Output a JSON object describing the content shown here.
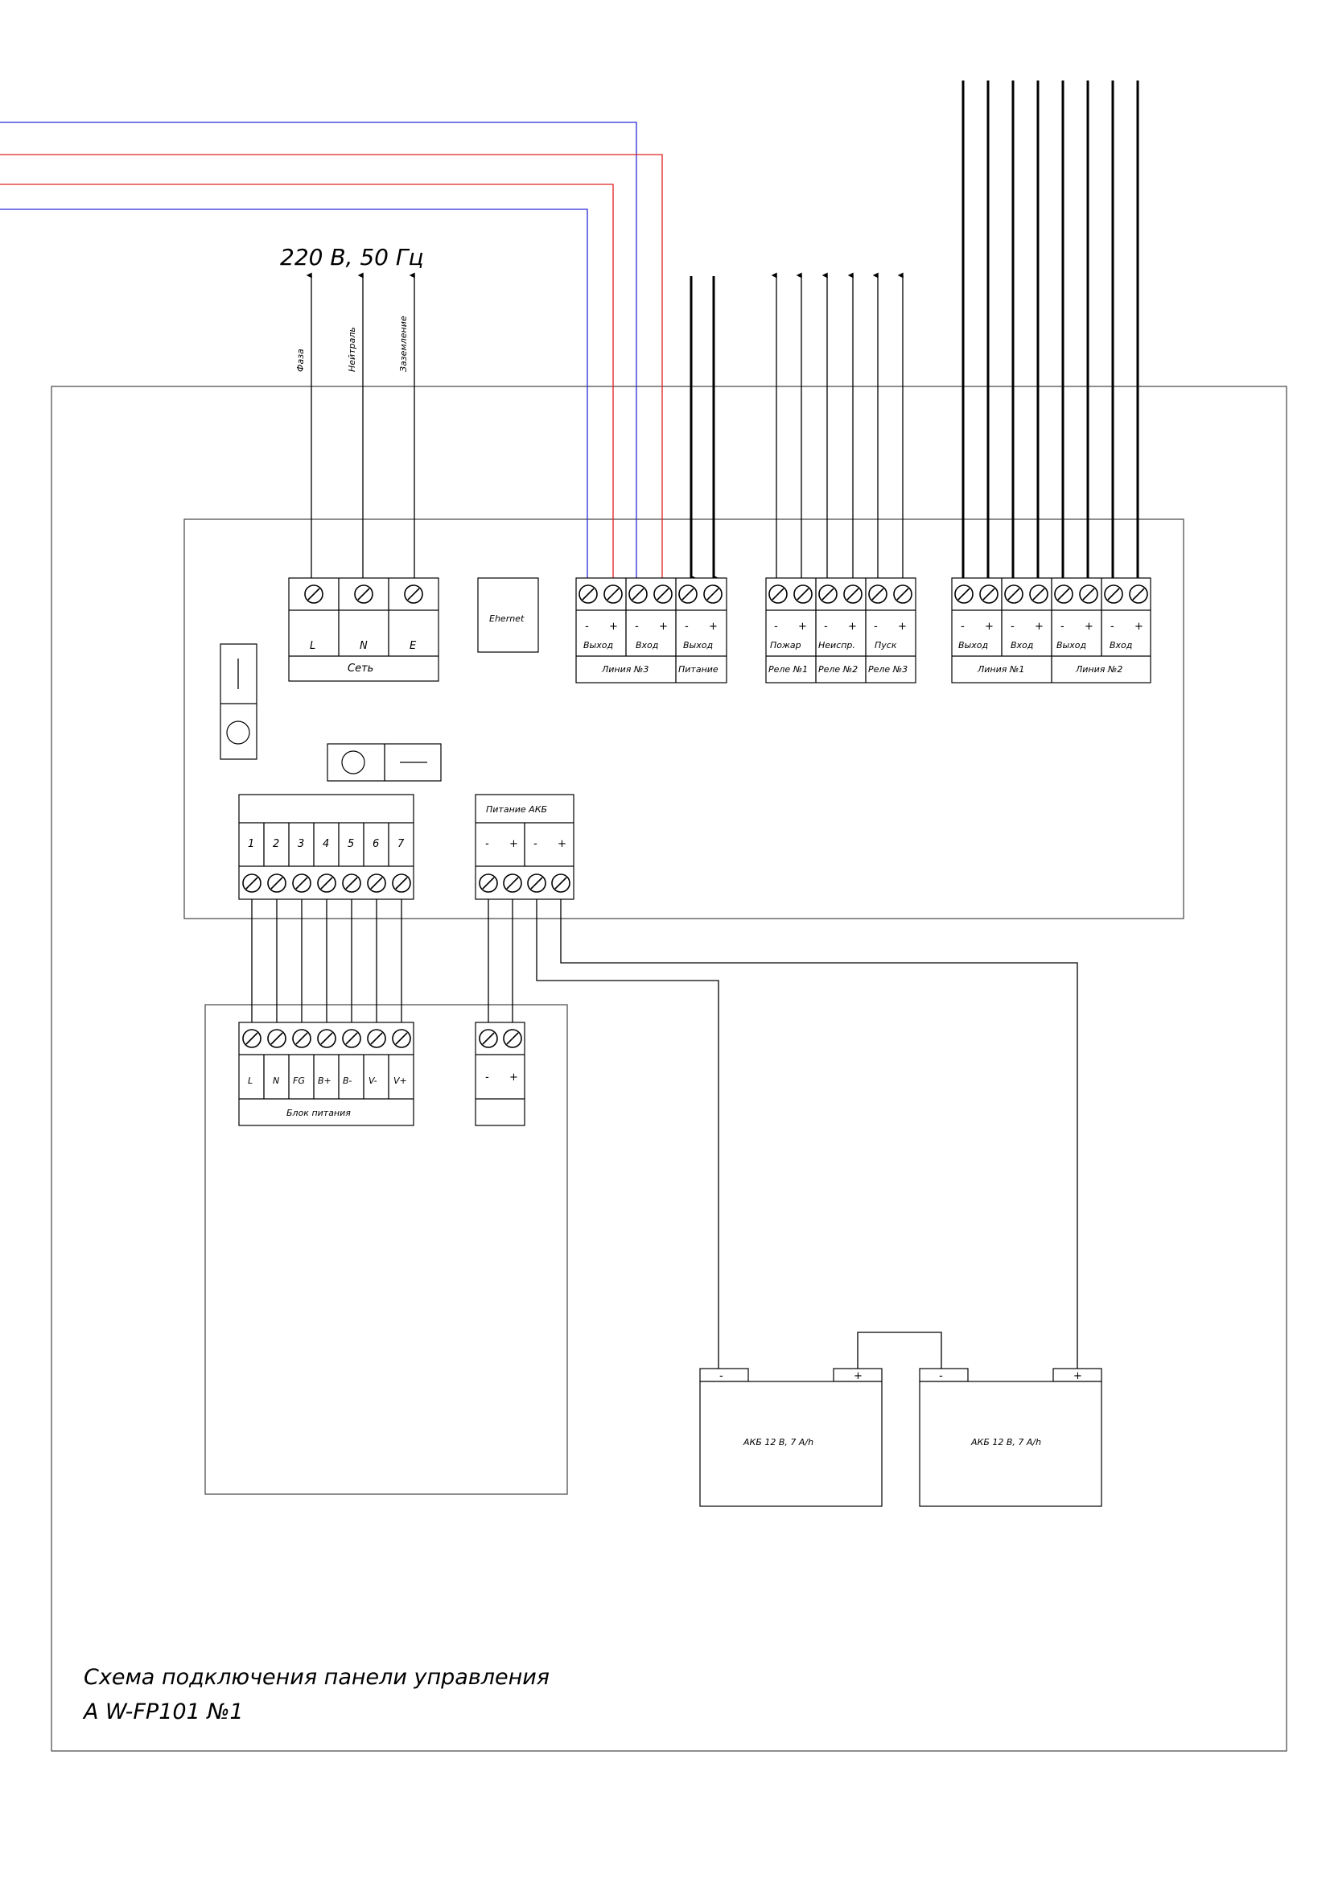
{
  "colors": {
    "wire_neutral": "#2a2ad8",
    "wire_phase": "#e02020",
    "wire": "#000000"
  },
  "power_heading": "220 В, 50 Гц",
  "power_wires": {
    "phase": "Фаза",
    "neutral": "Нейтраль",
    "ground": "Заземление"
  },
  "mains_block": {
    "terminals": [
      "L",
      "N",
      "E"
    ],
    "label": "Сеть"
  },
  "ethernet_label": "Ehernet",
  "line3_block": {
    "subs": [
      "Выход",
      "Вход",
      "Выход"
    ],
    "groups": [
      "Линия №3",
      "Питание"
    ]
  },
  "relay_block": {
    "subs": [
      "Пожар",
      "Неиспр.",
      "Пуск"
    ],
    "groups": [
      "Реле №1",
      "Реле №2",
      "Реле №3"
    ]
  },
  "lines12_block": {
    "subs": [
      "Выход",
      "Вход",
      "Выход",
      "Вход"
    ],
    "groups": [
      "Линия №1",
      "Линия №2"
    ]
  },
  "numbered_block": {
    "numbers": [
      "1",
      "2",
      "3",
      "4",
      "5",
      "6",
      "7"
    ]
  },
  "battery_power_block": {
    "title": "Питание АКБ",
    "polarity": [
      "-",
      "+",
      "-",
      "+"
    ]
  },
  "polarity": {
    "minus": "-",
    "plus": "+"
  },
  "psu_block": {
    "terminals": [
      "L",
      "N",
      "FG",
      "B+",
      "B-",
      "V-",
      "V+"
    ],
    "label": "Блок питания"
  },
  "psu_dc_block": {
    "polarity": [
      "-",
      "+"
    ]
  },
  "batteries": [
    {
      "label": "АКБ 12 В, 7 А/h",
      "minus": "-",
      "plus": "+"
    },
    {
      "label": "АКБ 12 В, 7 А/h",
      "minus": "-",
      "plus": "+"
    }
  ],
  "caption": {
    "line1": "Схема подключения панели управления",
    "line2": "A W-FP101 №1"
  }
}
